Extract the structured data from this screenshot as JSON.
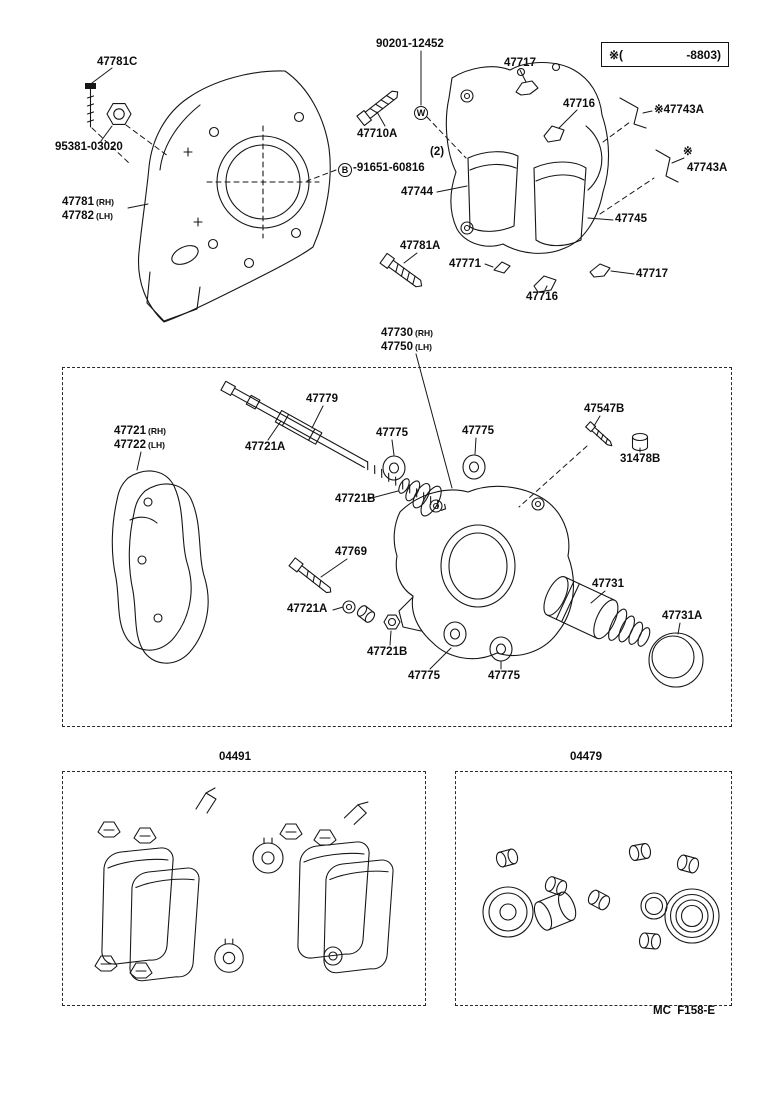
{
  "page": {
    "code": "MC  F158-E",
    "ref_note": {
      "open": "※(",
      "close": "-8803)"
    },
    "markers": {
      "w": "W",
      "b": "B"
    }
  },
  "labels": {
    "l47781C": "47781C",
    "l95381_03020": "95381-03020",
    "l90201_12452": "90201-12452",
    "l47717_top": "47717",
    "l47716_top": "47716",
    "l47743A_top": "※47743A",
    "l47710A": "47710A",
    "qty2": "(2)",
    "l91651_60816": "-91651-60816",
    "l47744": "47744",
    "l47745": "47745",
    "l47781": "47781",
    "l47781_sfx": "(RH)",
    "l47782": "47782",
    "l47782_sfx": "(LH)",
    "kome": "※",
    "l47743A_side": "47743A",
    "l47781A": "47781A",
    "l47771": "47771",
    "l47717_bottom": "47717",
    "l47716_bottom": "47716",
    "l47730": "47730",
    "l47730_sfx": "(RH)",
    "l47750": "47750",
    "l47750_sfx": "(LH)",
    "l47779": "47779",
    "l47547B": "47547B",
    "l47721": "47721",
    "l47721_sfx": "(RH)",
    "l47722": "47722",
    "l47722_sfx": "(LH)",
    "l47721A_top": "47721A",
    "l47775_top_left": "47775",
    "l47775_top_right": "47775",
    "l31478B": "31478B",
    "l47721B_top": "47721B",
    "l47769": "47769",
    "l47731": "47731",
    "l47721A_bottom": "47721A",
    "l47731A": "47731A",
    "l47721B_bottom": "47721B",
    "l47775_bottom_left": "47775",
    "l47775_bottom_right": "47775",
    "l04491": "04491",
    "l04479": "04479"
  }
}
